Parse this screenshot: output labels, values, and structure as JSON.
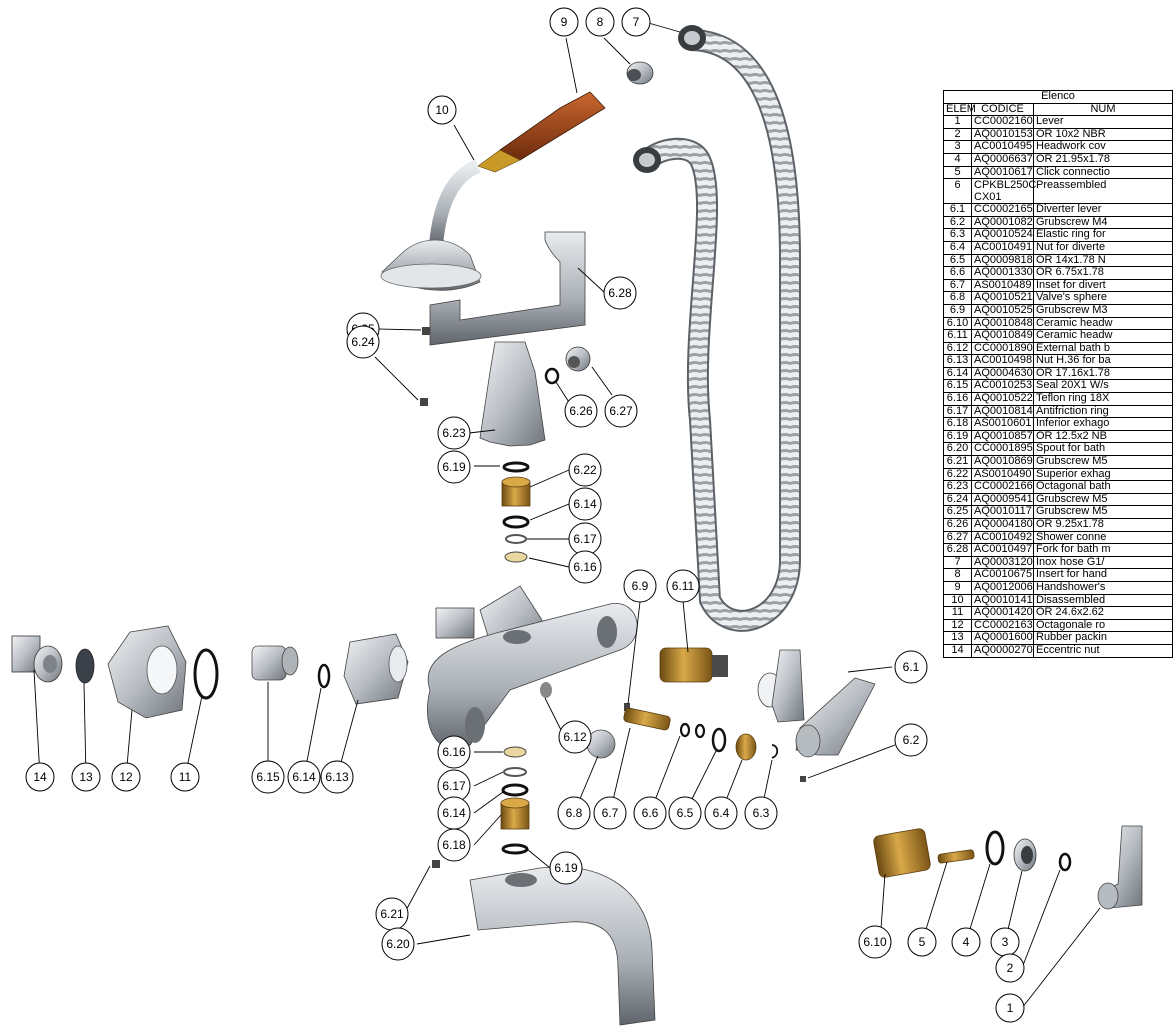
{
  "table": {
    "title": "Elenco",
    "headers": {
      "elem": "ELEM",
      "code": "CODICE",
      "name": "NUM"
    },
    "rows": [
      {
        "elem": "1",
        "code": "CC0002160",
        "name": "Lever"
      },
      {
        "elem": "2",
        "code": "AQ0010153",
        "name": "OR 10x2 NBR"
      },
      {
        "elem": "3",
        "code": "AC0010495",
        "name": "Headwork cov"
      },
      {
        "elem": "4",
        "code": "AQ0006637",
        "name": "OR 21.95x1.78"
      },
      {
        "elem": "5",
        "code": "AQ0010617",
        "name": "Click connectio"
      },
      {
        "elem": "6",
        "code": "CPKBL250C CX01",
        "name": "Preassembled"
      },
      {
        "elem": "6.1",
        "code": "CC0002165",
        "name": "Diverter lever"
      },
      {
        "elem": "6.2",
        "code": "AQ0001082",
        "name": "Grubscrew M4"
      },
      {
        "elem": "6.3",
        "code": "AQ0010524",
        "name": "Elastic ring for"
      },
      {
        "elem": "6.4",
        "code": "AC0010491",
        "name": "Nut for diverte"
      },
      {
        "elem": "6.5",
        "code": "AQ0009818",
        "name": "OR 14x1.78 N"
      },
      {
        "elem": "6.6",
        "code": "AQ0001330",
        "name": "OR 6.75x1.78"
      },
      {
        "elem": "6.7",
        "code": "AS0010489",
        "name": "Inset for divert"
      },
      {
        "elem": "6.8",
        "code": "AQ0010521",
        "name": "Valve's sphere"
      },
      {
        "elem": "6.9",
        "code": "AQ0010525",
        "name": "Grubscrew M3"
      },
      {
        "elem": "6.10",
        "code": "AQ0010848",
        "name": "Ceramic headw"
      },
      {
        "elem": "6.11",
        "code": "AQ0010849",
        "name": "Ceramic headw"
      },
      {
        "elem": "6.12",
        "code": "CC0001890",
        "name": "External bath b"
      },
      {
        "elem": "6.13",
        "code": "AC0010498",
        "name": "Nut H.36 for ba"
      },
      {
        "elem": "6.14",
        "code": "AQ0004630",
        "name": "OR 17.16x1.78"
      },
      {
        "elem": "6.15",
        "code": "AC0010253",
        "name": "Seal 20X1 W/s"
      },
      {
        "elem": "6.16",
        "code": "AQ0010522",
        "name": "Teflon ring 18X"
      },
      {
        "elem": "6.17",
        "code": "AQ0010814",
        "name": "Antifriction ring"
      },
      {
        "elem": "6.18",
        "code": "AS0010601",
        "name": "Inferior exhago"
      },
      {
        "elem": "6.19",
        "code": "AQ0010857",
        "name": "OR 12.5x2 NB"
      },
      {
        "elem": "6.20",
        "code": "CC0001895",
        "name": "Spout for bath"
      },
      {
        "elem": "6.21",
        "code": "AQ0010869",
        "name": "Grubscrew M5"
      },
      {
        "elem": "6.22",
        "code": "AS0010490",
        "name": "Superior exhag"
      },
      {
        "elem": "6.23",
        "code": "CC0002166",
        "name": "Octagonal bath"
      },
      {
        "elem": "6.24",
        "code": "AQ0009541",
        "name": "Grubscrew M5"
      },
      {
        "elem": "6.25",
        "code": "AQ0010117",
        "name": "Grubscrew M5"
      },
      {
        "elem": "6.26",
        "code": "AQ0004180",
        "name": "OR 9.25x1.78"
      },
      {
        "elem": "6.27",
        "code": "AC0010492",
        "name": "Shower conne"
      },
      {
        "elem": "6.28",
        "code": "AC0010497",
        "name": "Fork for bath m"
      },
      {
        "elem": "7",
        "code": "AQ0003120",
        "name": "Inox hose G1/"
      },
      {
        "elem": "8",
        "code": "AC0010675",
        "name": "Insert for hand"
      },
      {
        "elem": "9",
        "code": "AQ0012006",
        "name": "Handshower's"
      },
      {
        "elem": "10",
        "code": "AQ0010141",
        "name": "Disassembled"
      },
      {
        "elem": "11",
        "code": "AQ0001420",
        "name": "OR 24.6x2.62"
      },
      {
        "elem": "12",
        "code": "CC0002163",
        "name": "Octagonale ro"
      },
      {
        "elem": "13",
        "code": "AQ0001600",
        "name": "Rubber packin"
      },
      {
        "elem": "14",
        "code": "AQ0000270",
        "name": "Eccentric nut"
      }
    ]
  },
  "callouts": [
    {
      "id": "c9",
      "label": "9"
    },
    {
      "id": "c8",
      "label": "8"
    },
    {
      "id": "c7",
      "label": "7"
    },
    {
      "id": "c10",
      "label": "10"
    },
    {
      "id": "c6_28",
      "label": "6.28"
    },
    {
      "id": "c6_25",
      "label": "6.25"
    },
    {
      "id": "c6_24",
      "label": "6.24"
    },
    {
      "id": "c6_26",
      "label": "6.26"
    },
    {
      "id": "c6_27",
      "label": "6.27"
    },
    {
      "id": "c6_23",
      "label": "6.23"
    },
    {
      "id": "c6_19a",
      "label": "6.19"
    },
    {
      "id": "c6_22",
      "label": "6.22"
    },
    {
      "id": "c6_14a",
      "label": "6.14"
    },
    {
      "id": "c6_17a",
      "label": "6.17"
    },
    {
      "id": "c6_16a",
      "label": "6.16"
    },
    {
      "id": "c6_9",
      "label": "6.9"
    },
    {
      "id": "c6_11",
      "label": "6.11"
    },
    {
      "id": "c14",
      "label": "14"
    },
    {
      "id": "c13",
      "label": "13"
    },
    {
      "id": "c12",
      "label": "12"
    },
    {
      "id": "c11",
      "label": "11"
    },
    {
      "id": "c6_15",
      "label": "6.15"
    },
    {
      "id": "c6_14b",
      "label": "6.14"
    },
    {
      "id": "c6_13",
      "label": "6.13"
    },
    {
      "id": "c6_12",
      "label": "6.12"
    },
    {
      "id": "c6_1",
      "label": "6.1"
    },
    {
      "id": "c6_2",
      "label": "6.2"
    },
    {
      "id": "c6_16b",
      "label": "6.16"
    },
    {
      "id": "c6_17b",
      "label": "6.17"
    },
    {
      "id": "c6_14c",
      "label": "6.14"
    },
    {
      "id": "c6_8",
      "label": "6.8"
    },
    {
      "id": "c6_7",
      "label": "6.7"
    },
    {
      "id": "c6_6",
      "label": "6.6"
    },
    {
      "id": "c6_5",
      "label": "6.5"
    },
    {
      "id": "c6_4",
      "label": "6.4"
    },
    {
      "id": "c6_3",
      "label": "6.3"
    },
    {
      "id": "c6_18",
      "label": "6.18"
    },
    {
      "id": "c6_19b",
      "label": "6.19"
    },
    {
      "id": "c6_21",
      "label": "6.21"
    },
    {
      "id": "c6_20",
      "label": "6.20"
    },
    {
      "id": "c6_10",
      "label": "6.10"
    },
    {
      "id": "c5",
      "label": "5"
    },
    {
      "id": "c4",
      "label": "4"
    },
    {
      "id": "c3",
      "label": "3"
    },
    {
      "id": "c2",
      "label": "2"
    },
    {
      "id": "c1",
      "label": "1"
    }
  ],
  "colors": {
    "brass": "#b8862f",
    "wood": "#a24a1f",
    "steel": "#c7cbd0",
    "steel_dark": "#7e8388"
  }
}
